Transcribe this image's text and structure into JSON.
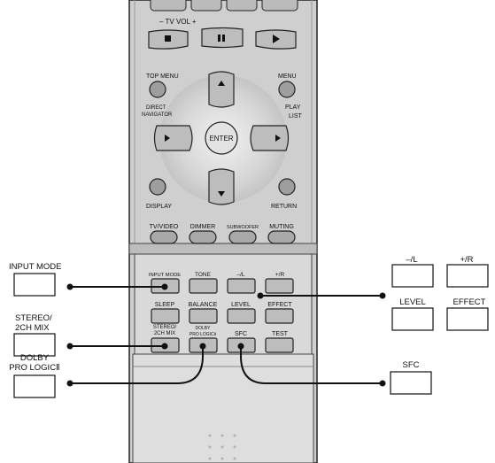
{
  "remote": {
    "tv_vol": "– TV VOL +",
    "top_menu": "TOP MENU",
    "menu": "MENU",
    "direct": "DIRECT",
    "navigator": "NAVIGATOR",
    "play": "PLAY",
    "list": "LIST",
    "enter": "ENTER",
    "display": "DISPLAY",
    "return": "RETURN",
    "tv_video": "TV/VIDEO",
    "dimmer": "DIMMER",
    "subwoofer": "SUBWOOFER",
    "muting": "MUTING",
    "input_mode": "INPUT MODE",
    "tone": "TONE",
    "minus_l": "–/L",
    "plus_r": "+/R",
    "sleep": "SLEEP",
    "balance": "BALANCE",
    "level": "LEVEL",
    "effect": "EFFECT",
    "stereo_1": "STEREO/",
    "stereo_2": "2CH MIX",
    "dolby_1": "DOLBY",
    "dolby_2": "PRO LOGICⅡ",
    "sfc": "SFC",
    "test": "TEST"
  },
  "callouts": {
    "input_mode": "INPUT MODE",
    "stereo_1": "STEREO/",
    "stereo_2": "2CH MIX",
    "dolby_1": "DOLBY",
    "dolby_2": "PRO LOGICⅡ",
    "minus_l": "–/L",
    "plus_r": "+/R",
    "level": "LEVEL",
    "effect": "EFFECT",
    "sfc": "SFC"
  }
}
